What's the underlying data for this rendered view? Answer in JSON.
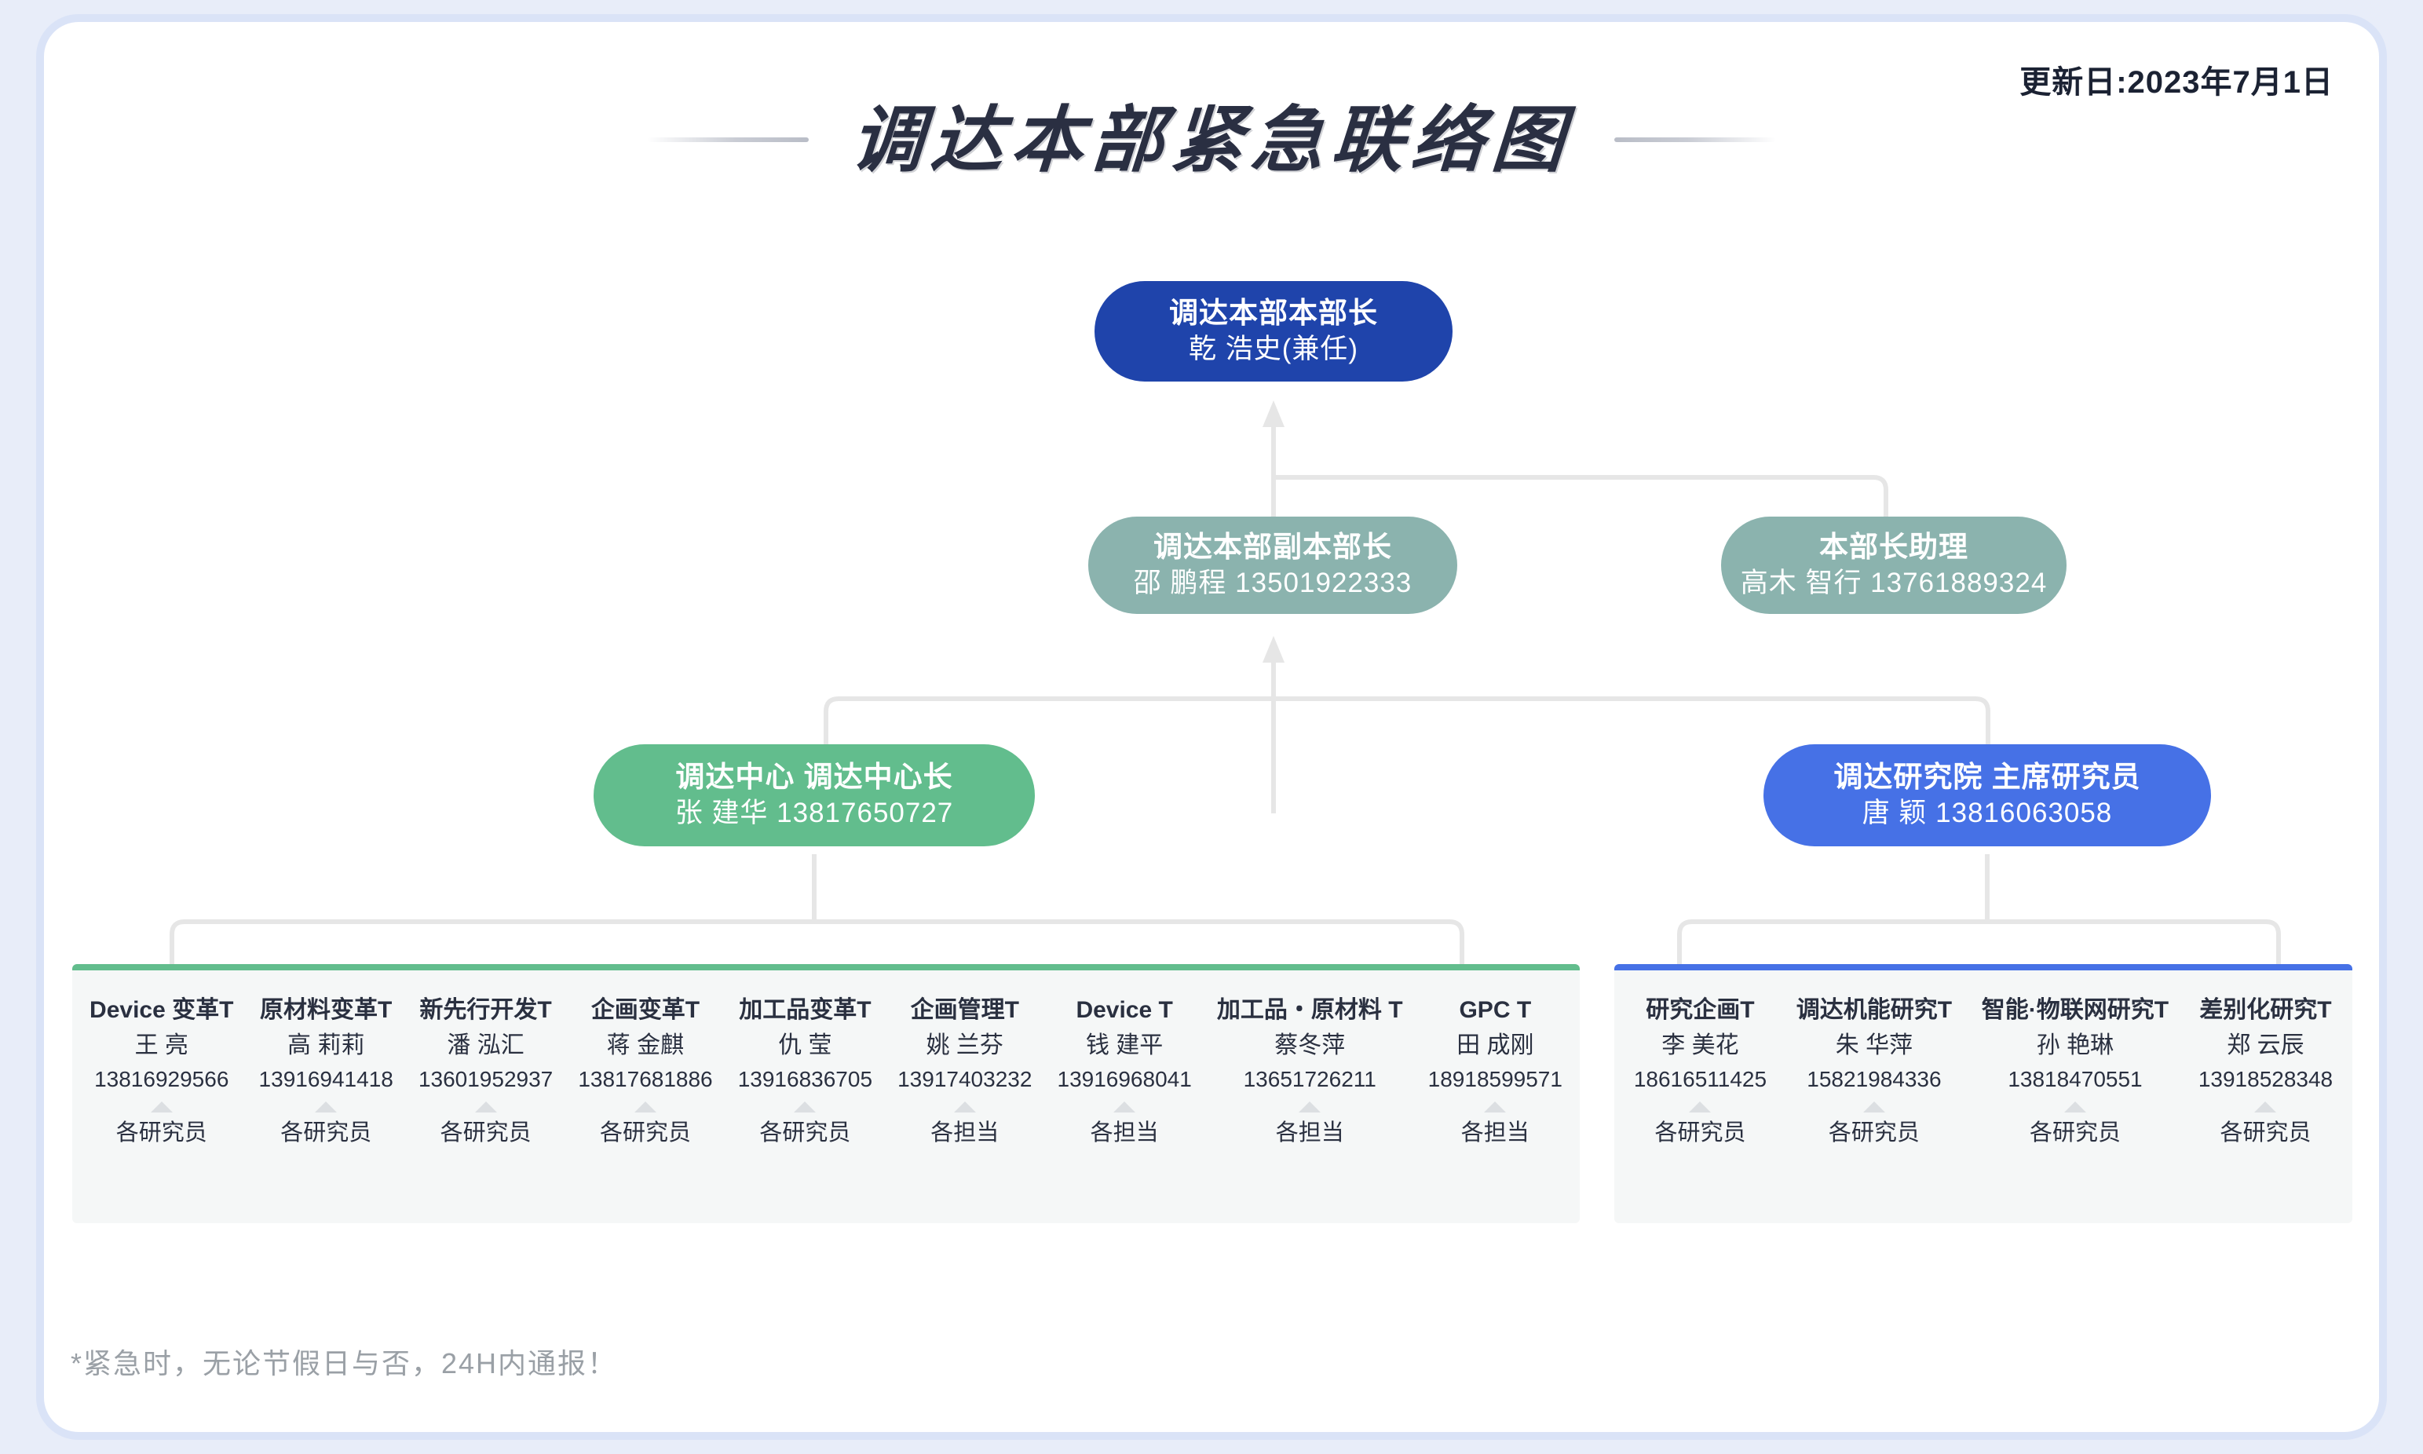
{
  "header": {
    "update_date": "更新日:2023年7月1日",
    "title": "调达本部紧急联络图"
  },
  "nodes": {
    "head": {
      "title": "调达本部本部长",
      "person": "乾 浩史(兼任)",
      "color": "#1f44ab"
    },
    "deputy": {
      "title": "调达本部副本部长",
      "person": "邵 鹏程 13501922333",
      "color": "#8bb3ae"
    },
    "assistant": {
      "title": "本部长助理",
      "person": "高木 智行 13761889324",
      "color": "#8bb3ae"
    },
    "center": {
      "title": "调达中心 调达中心长",
      "person": "张 建华 13817650727",
      "color": "#62bd8d"
    },
    "institute": {
      "title": "调达研究院 主席研究员",
      "person": "唐 颖 13816063058",
      "color": "#4671e6"
    }
  },
  "panels": {
    "left": {
      "accent": "#62bd8d",
      "teams": [
        {
          "name": "Device 变革T",
          "person": "王 亮",
          "phone": "13816929566",
          "role": "各研究员"
        },
        {
          "name": "原材料变革T",
          "person": "高 莉莉",
          "phone": "13916941418",
          "role": "各研究员"
        },
        {
          "name": "新先行开发T",
          "person": "潘 泓汇",
          "phone": "13601952937",
          "role": "各研究员"
        },
        {
          "name": "企画变革T",
          "person": "蒋 金麒",
          "phone": "13817681886",
          "role": "各研究员"
        },
        {
          "name": "加工品变革T",
          "person": "仇 莹",
          "phone": "13916836705",
          "role": "各研究员"
        },
        {
          "name": "企画管理T",
          "person": "姚 兰芬",
          "phone": "13917403232",
          "role": "各担当"
        },
        {
          "name": "Device T",
          "person": "钱 建平",
          "phone": "13916968041",
          "role": "各担当"
        },
        {
          "name": "加工品・原材料 T",
          "person": "蔡冬萍",
          "phone": "13651726211",
          "role": "各担当"
        },
        {
          "name": "GPC T",
          "person": "田 成刚",
          "phone": "18918599571",
          "role": "各担当"
        }
      ]
    },
    "right": {
      "accent": "#4671e6",
      "teams": [
        {
          "name": "研究企画T",
          "person": "李 美花",
          "phone": "18616511425",
          "role": "各研究员"
        },
        {
          "name": "调达机能研究T",
          "person": "朱 华萍",
          "phone": "15821984336",
          "role": "各研究员"
        },
        {
          "name": "智能·物联网研究T",
          "person": "孙 艳琳",
          "phone": "13818470551",
          "role": "各研究员"
        },
        {
          "name": "差别化研究T",
          "person": "郑 云辰",
          "phone": "13918528348",
          "role": "各研究员"
        }
      ]
    }
  },
  "footnote": "*紧急时，无论节假日与否，24H内通报！"
}
